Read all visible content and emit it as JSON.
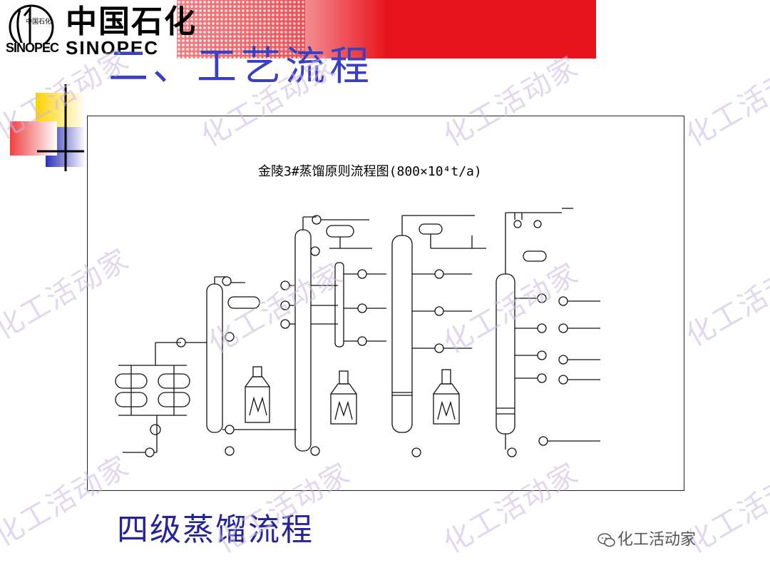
{
  "brand": {
    "logo_cn": "中国石化",
    "logo_en": "SINOPEC",
    "logo_badge": "中国石化",
    "logo_badge_text": "SINOPEC",
    "name_cn": "中国石化",
    "name_en": "SINOPEC"
  },
  "slide": {
    "title": "二、工艺流程",
    "subtitle": "四级蒸馏流程"
  },
  "diagram": {
    "title": "金陵3#蒸馏原则流程图(800×10⁴t/a)"
  },
  "watermark": {
    "text": "化工活动家",
    "footer": "化工活动家"
  },
  "colors": {
    "banner_red": "#e8141c",
    "title_blue": "#3b3fc2",
    "subtitle_blue": "#24249a",
    "watermark": "#c9b9e4",
    "deco_yellow": "#ffd200",
    "deco_blue": "#2b2fb5",
    "deco_red": "#f04040"
  }
}
